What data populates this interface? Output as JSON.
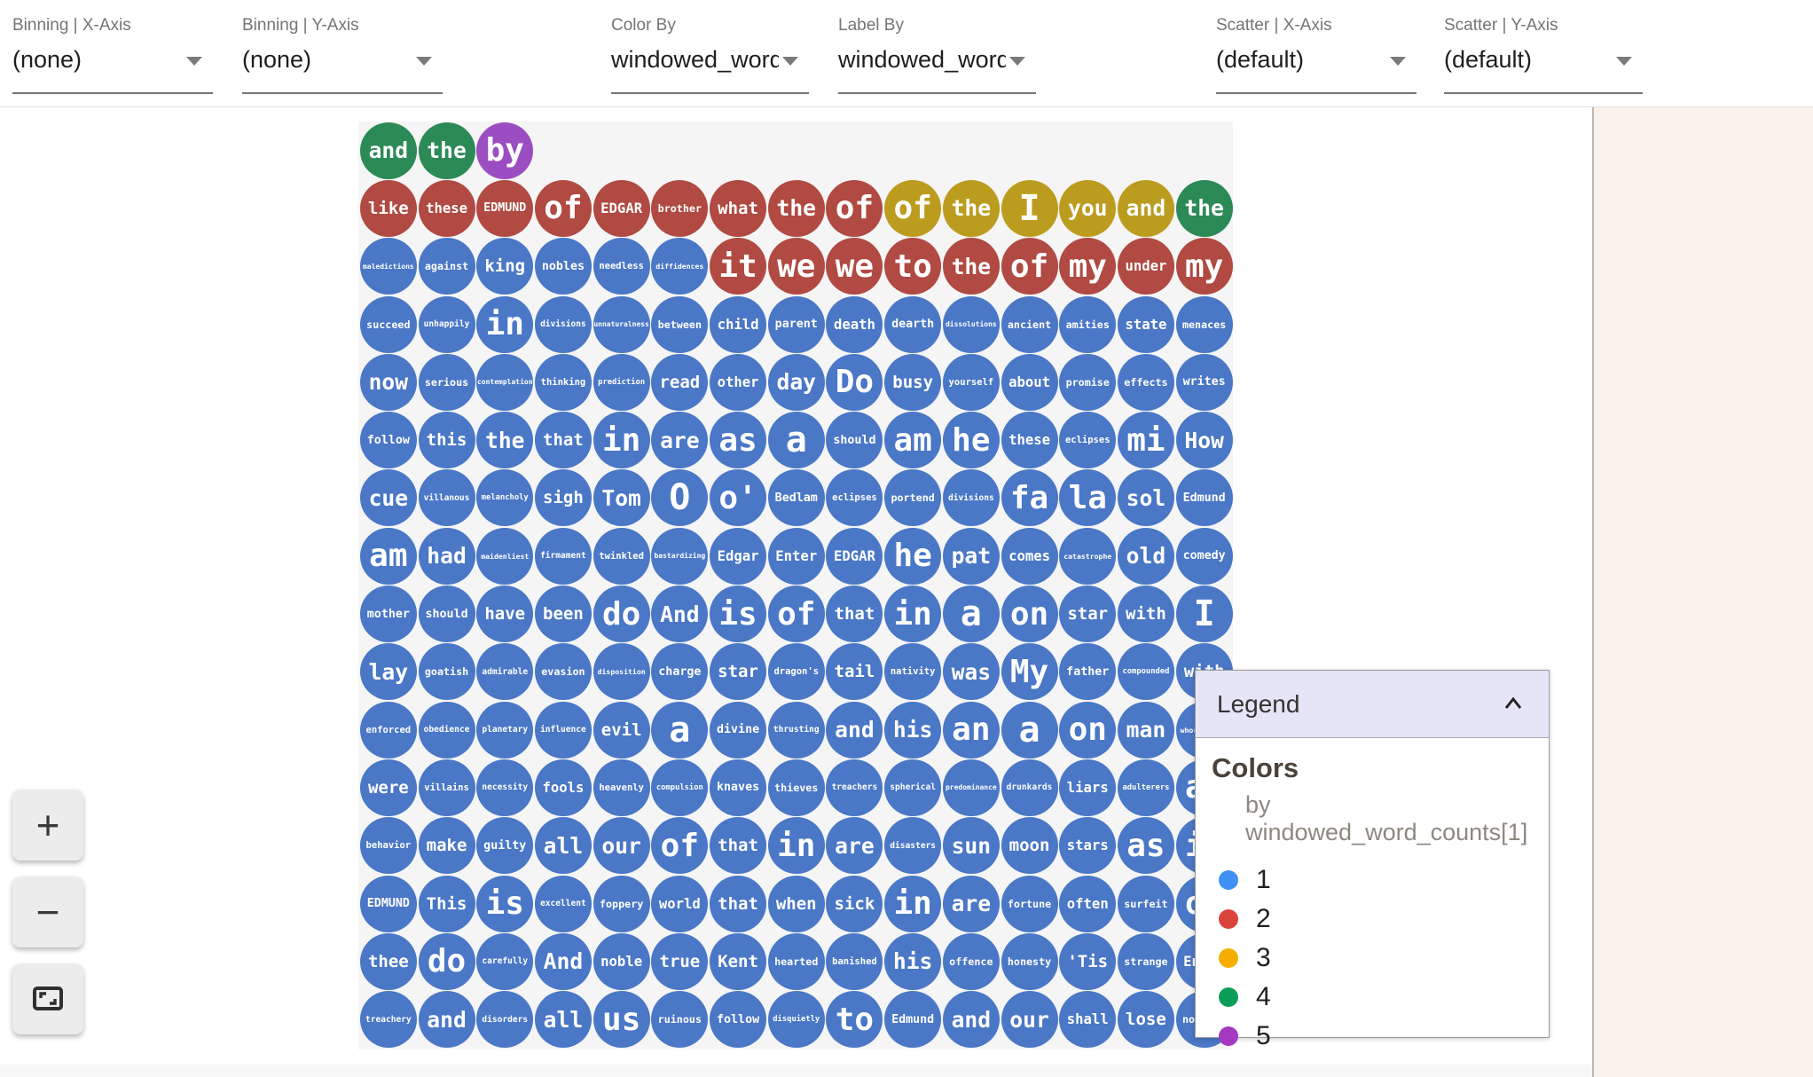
{
  "toolbar": {
    "controls": [
      {
        "label": "Binning | X-Axis",
        "value": "(none)"
      },
      {
        "label": "Binning | Y-Axis",
        "value": "(none)"
      },
      {
        "label": "Color By",
        "value": "windowed_word_c"
      },
      {
        "label": "Label By",
        "value": "windowed_word_c"
      },
      {
        "label": "Scatter | X-Axis",
        "value": "(default)"
      },
      {
        "label": "Scatter | Y-Axis",
        "value": "(default)"
      }
    ]
  },
  "zoom_controls": {
    "zoom_in_label": "+",
    "zoom_out_label": "−",
    "fit_icon": "fit-to-screen"
  },
  "legend": {
    "title": "Legend",
    "collapse_icon": "chevron-up",
    "section_title": "Colors",
    "subtitle": "by windowed_word_counts[1]",
    "items": [
      {
        "label": "1",
        "color": "#4190f5"
      },
      {
        "label": "2",
        "color": "#da443a"
      },
      {
        "label": "3",
        "color": "#f5ae00"
      },
      {
        "label": "4",
        "color": "#0d9d58"
      },
      {
        "label": "5",
        "color": "#a438c0"
      }
    ]
  },
  "grid": {
    "bubble_palette": {
      "1": "#4a77c6",
      "2": "#b04a42",
      "3": "#bc9c1e",
      "4": "#2b8a56",
      "5": "#9b4ec2"
    },
    "label_color": "#ffffff",
    "rows": [
      [
        [
          "and",
          4
        ],
        [
          "the",
          4
        ],
        [
          "by",
          5
        ]
      ],
      [
        [
          "like",
          2
        ],
        [
          "these",
          2
        ],
        [
          "EDMUND",
          2
        ],
        [
          "of",
          2
        ],
        [
          "EDGAR",
          2
        ],
        [
          "brother",
          2
        ],
        [
          "what",
          2
        ],
        [
          "the",
          2
        ],
        [
          "of",
          2
        ],
        [
          "of",
          3
        ],
        [
          "the",
          3
        ],
        [
          "I",
          3
        ],
        [
          "you",
          3
        ],
        [
          "and",
          3
        ],
        [
          "the",
          4
        ]
      ],
      [
        [
          "maledictions",
          1
        ],
        [
          "against",
          1
        ],
        [
          "king",
          1
        ],
        [
          "nobles",
          1
        ],
        [
          "needless",
          1
        ],
        [
          "diffidences",
          1
        ],
        [
          "it",
          2
        ],
        [
          "we",
          2
        ],
        [
          "we",
          2
        ],
        [
          "to",
          2
        ],
        [
          "the",
          2
        ],
        [
          "of",
          2
        ],
        [
          "my",
          2
        ],
        [
          "under",
          2
        ],
        [
          "my",
          2
        ]
      ],
      [
        [
          "succeed",
          1
        ],
        [
          "unhappily",
          1
        ],
        [
          "in",
          1
        ],
        [
          "divisions",
          1
        ],
        [
          "unnaturalness",
          1
        ],
        [
          "between",
          1
        ],
        [
          "child",
          1
        ],
        [
          "parent",
          1
        ],
        [
          "death",
          1
        ],
        [
          "dearth",
          1
        ],
        [
          "dissolutions",
          1
        ],
        [
          "ancient",
          1
        ],
        [
          "amities",
          1
        ],
        [
          "state",
          1
        ],
        [
          "menaces",
          1
        ]
      ],
      [
        [
          "now",
          1
        ],
        [
          "serious",
          1
        ],
        [
          "contemplation",
          1
        ],
        [
          "thinking",
          1
        ],
        [
          "prediction",
          1
        ],
        [
          "read",
          1
        ],
        [
          "other",
          1
        ],
        [
          "day",
          1
        ],
        [
          "Do",
          1
        ],
        [
          "busy",
          1
        ],
        [
          "yourself",
          1
        ],
        [
          "about",
          1
        ],
        [
          "promise",
          1
        ],
        [
          "effects",
          1
        ],
        [
          "writes",
          1
        ]
      ],
      [
        [
          "follow",
          1
        ],
        [
          "this",
          1
        ],
        [
          "the",
          1
        ],
        [
          "that",
          1
        ],
        [
          "in",
          1
        ],
        [
          "are",
          1
        ],
        [
          "as",
          1
        ],
        [
          "a",
          1
        ],
        [
          "should",
          1
        ],
        [
          "am",
          1
        ],
        [
          "he",
          1
        ],
        [
          "these",
          1
        ],
        [
          "eclipses",
          1
        ],
        [
          "mi",
          1
        ],
        [
          "How",
          1
        ]
      ],
      [
        [
          "cue",
          1
        ],
        [
          "villanous",
          1
        ],
        [
          "melancholy",
          1
        ],
        [
          "sigh",
          1
        ],
        [
          "Tom",
          1
        ],
        [
          "O",
          1
        ],
        [
          "o'",
          1
        ],
        [
          "Bedlam",
          1
        ],
        [
          "eclipses",
          1
        ],
        [
          "portend",
          1
        ],
        [
          "divisions",
          1
        ],
        [
          "fa",
          1
        ],
        [
          "la",
          1
        ],
        [
          "sol",
          1
        ],
        [
          "Edmund",
          1
        ]
      ],
      [
        [
          "am",
          1
        ],
        [
          "had",
          1
        ],
        [
          "maidenliest",
          1
        ],
        [
          "firmament",
          1
        ],
        [
          "twinkled",
          1
        ],
        [
          "bastardizing",
          1
        ],
        [
          "Edgar",
          1
        ],
        [
          "Enter",
          1
        ],
        [
          "EDGAR",
          1
        ],
        [
          "he",
          1
        ],
        [
          "pat",
          1
        ],
        [
          "comes",
          1
        ],
        [
          "catastrophe",
          1
        ],
        [
          "old",
          1
        ],
        [
          "comedy",
          1
        ]
      ],
      [
        [
          "mother",
          1
        ],
        [
          "should",
          1
        ],
        [
          "have",
          1
        ],
        [
          "been",
          1
        ],
        [
          "do",
          1
        ],
        [
          "And",
          1
        ],
        [
          "is",
          1
        ],
        [
          "of",
          1
        ],
        [
          "that",
          1
        ],
        [
          "in",
          1
        ],
        [
          "a",
          1
        ],
        [
          "on",
          1
        ],
        [
          "star",
          1
        ],
        [
          "with",
          1
        ],
        [
          "I",
          1
        ]
      ],
      [
        [
          "lay",
          1
        ],
        [
          "goatish",
          1
        ],
        [
          "admirable",
          1
        ],
        [
          "evasion",
          1
        ],
        [
          "disposition",
          1
        ],
        [
          "charge",
          1
        ],
        [
          "star",
          1
        ],
        [
          "dragon's",
          1
        ],
        [
          "tail",
          1
        ],
        [
          "nativity",
          1
        ],
        [
          "was",
          1
        ],
        [
          "My",
          1
        ],
        [
          "father",
          1
        ],
        [
          "compounded",
          1
        ],
        [
          "with",
          1
        ]
      ],
      [
        [
          "enforced",
          1
        ],
        [
          "obedience",
          1
        ],
        [
          "planetary",
          1
        ],
        [
          "influence",
          1
        ],
        [
          "evil",
          1
        ],
        [
          "a",
          1
        ],
        [
          "divine",
          1
        ],
        [
          "thrusting",
          1
        ],
        [
          "and",
          1
        ],
        [
          "his",
          1
        ],
        [
          "an",
          1
        ],
        [
          "a",
          1
        ],
        [
          "on",
          1
        ],
        [
          "man",
          1
        ],
        [
          "whoremaster",
          1
        ]
      ],
      [
        [
          "were",
          1
        ],
        [
          "villains",
          1
        ],
        [
          "necessity",
          1
        ],
        [
          "fools",
          1
        ],
        [
          "heavenly",
          1
        ],
        [
          "compulsion",
          1
        ],
        [
          "knaves",
          1
        ],
        [
          "thieves",
          1
        ],
        [
          "treachers",
          1
        ],
        [
          "spherical",
          1
        ],
        [
          "predominance",
          1
        ],
        [
          "drunkards",
          1
        ],
        [
          "liars",
          1
        ],
        [
          "adulterers",
          1
        ],
        [
          "an",
          1
        ]
      ],
      [
        [
          "behavior",
          1
        ],
        [
          "make",
          1
        ],
        [
          "guilty",
          1
        ],
        [
          "all",
          1
        ],
        [
          "our",
          1
        ],
        [
          "of",
          1
        ],
        [
          "that",
          1
        ],
        [
          "in",
          1
        ],
        [
          "are",
          1
        ],
        [
          "disasters",
          1
        ],
        [
          "sun",
          1
        ],
        [
          "moon",
          1
        ],
        [
          "stars",
          1
        ],
        [
          "as",
          1
        ],
        [
          "if",
          1
        ]
      ],
      [
        [
          "EDMUND",
          1
        ],
        [
          "This",
          1
        ],
        [
          "is",
          1
        ],
        [
          "excellent",
          1
        ],
        [
          "foppery",
          1
        ],
        [
          "world",
          1
        ],
        [
          "that",
          1
        ],
        [
          "when",
          1
        ],
        [
          "sick",
          1
        ],
        [
          "in",
          1
        ],
        [
          "are",
          1
        ],
        [
          "fortune",
          1
        ],
        [
          "often",
          1
        ],
        [
          "surfeit",
          1
        ],
        [
          "of",
          1
        ]
      ],
      [
        [
          "thee",
          1
        ],
        [
          "do",
          1
        ],
        [
          "carefully",
          1
        ],
        [
          "And",
          1
        ],
        [
          "noble",
          1
        ],
        [
          "true",
          1
        ],
        [
          "Kent",
          1
        ],
        [
          "hearted",
          1
        ],
        [
          "banished",
          1
        ],
        [
          "his",
          1
        ],
        [
          "offence",
          1
        ],
        [
          "honesty",
          1
        ],
        [
          "'Tis",
          1
        ],
        [
          "strange",
          1
        ],
        [
          "Enter",
          1
        ]
      ],
      [
        [
          "treachery",
          1
        ],
        [
          "and",
          1
        ],
        [
          "disorders",
          1
        ],
        [
          "all",
          1
        ],
        [
          "us",
          1
        ],
        [
          "ruinous",
          1
        ],
        [
          "follow",
          1
        ],
        [
          "disquietly",
          1
        ],
        [
          "to",
          1
        ],
        [
          "Edmund",
          1
        ],
        [
          "and",
          1
        ],
        [
          "our",
          1
        ],
        [
          "shall",
          1
        ],
        [
          "lose",
          1
        ],
        [
          "nothing",
          1
        ]
      ]
    ]
  }
}
